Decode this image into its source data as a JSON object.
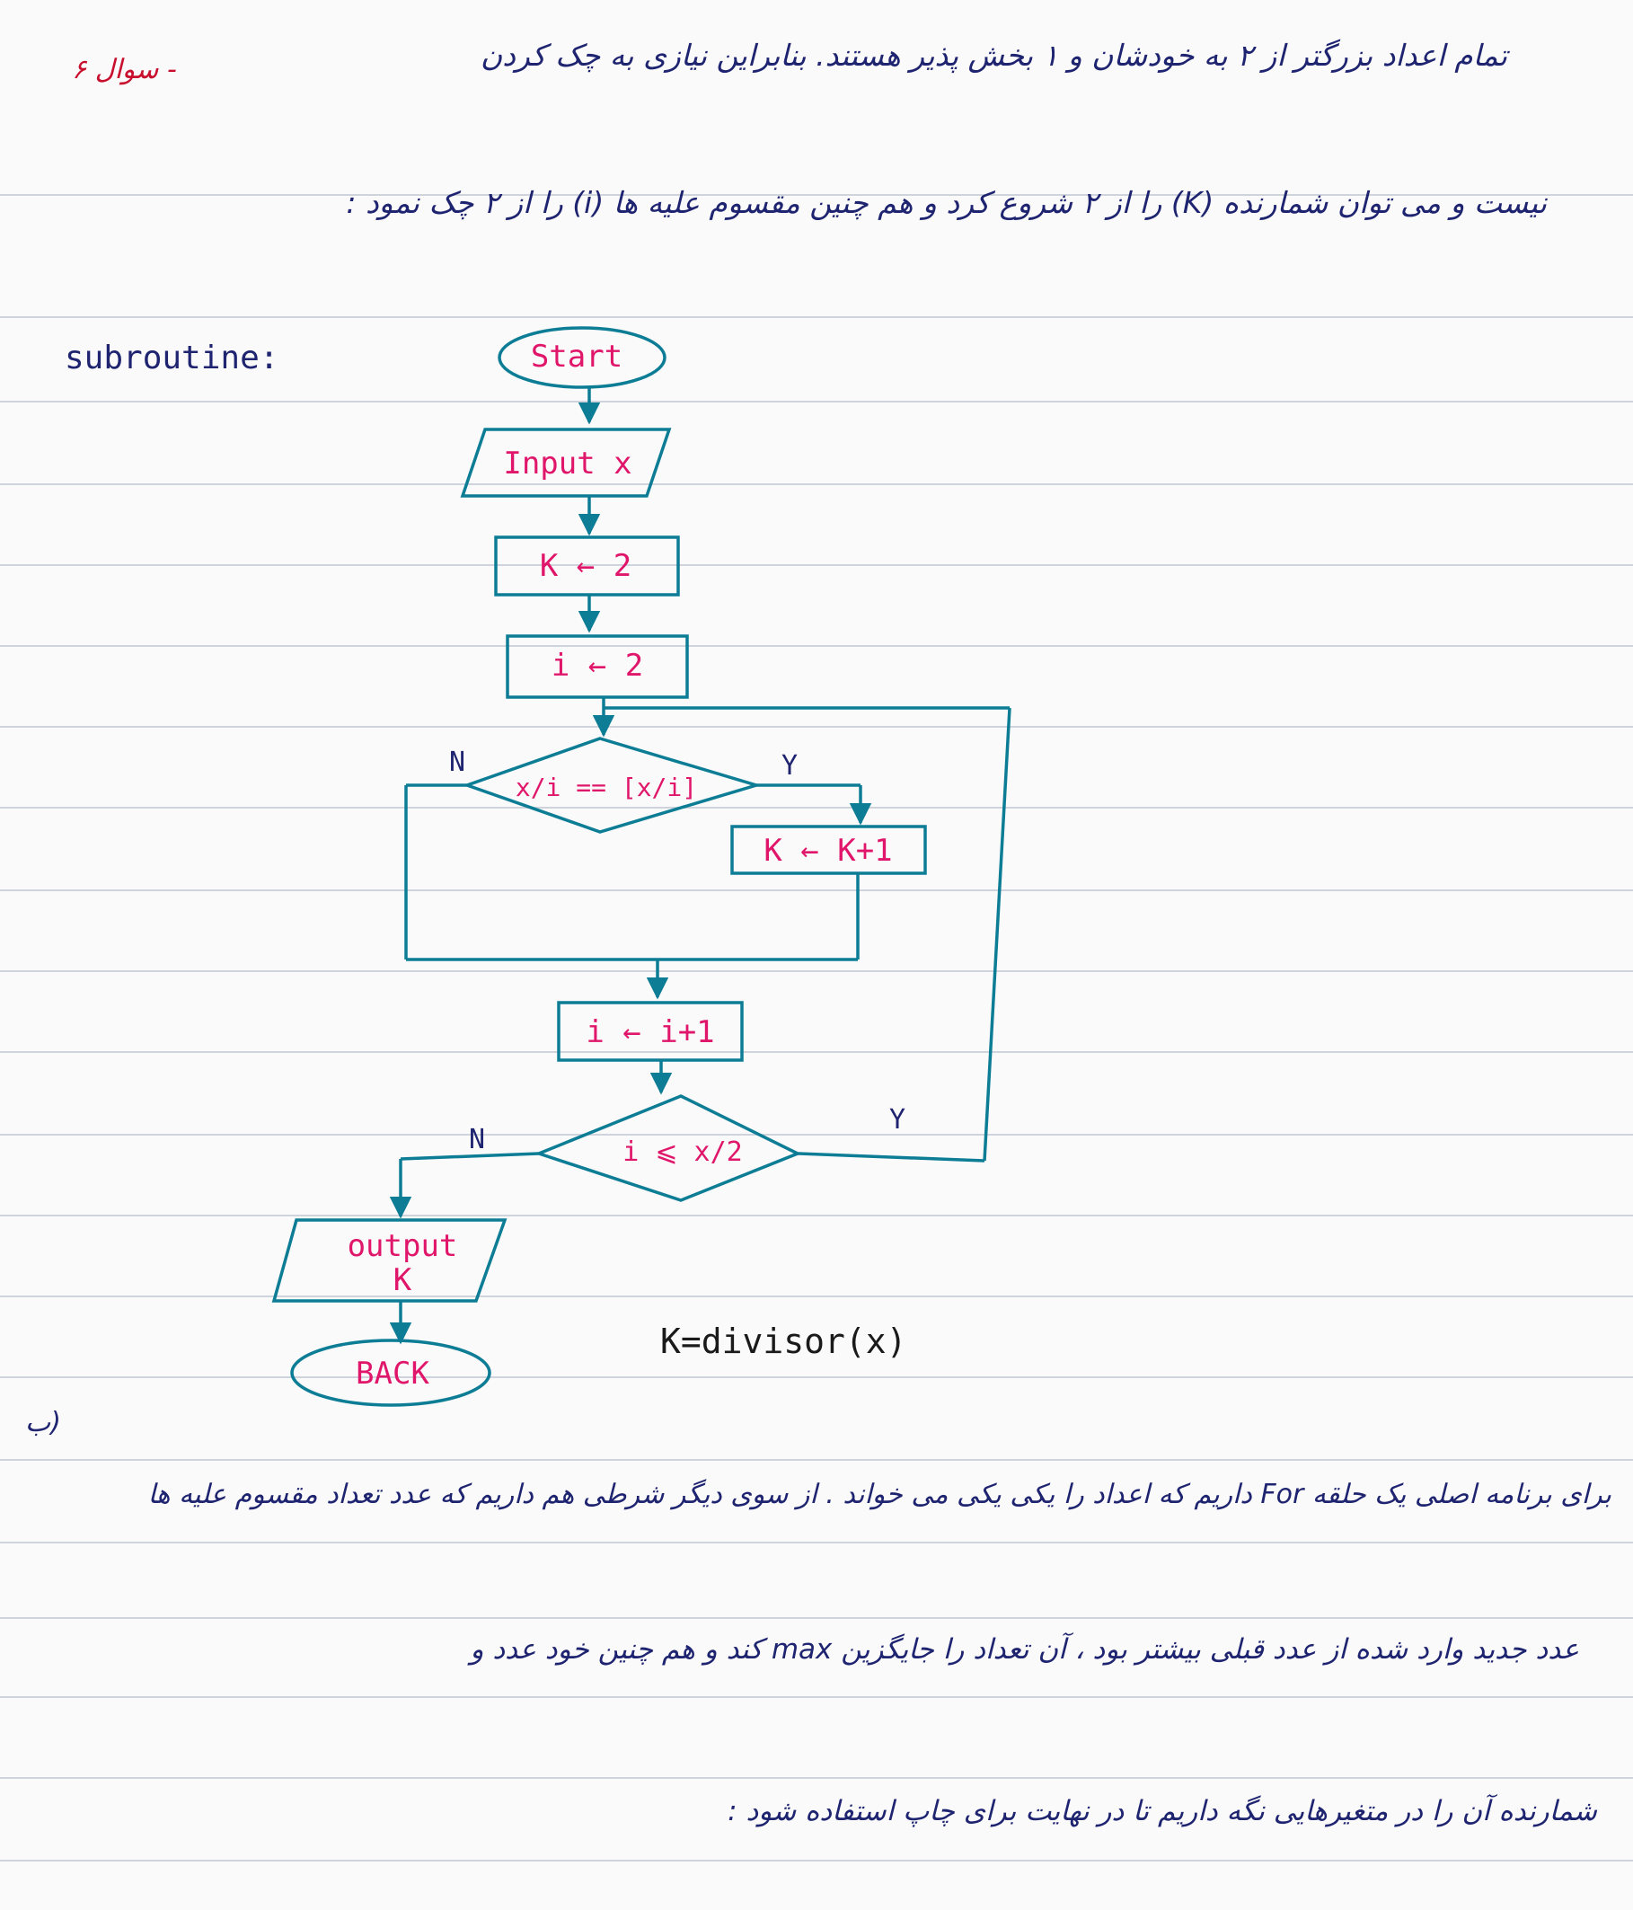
{
  "header": {
    "question_label": "سوال ۶ -",
    "line1": "تمام اعداد بزرگتر از ۲ به خودشان و ۱ بخش پذیر هستند. بنابراین نیازی به چک کردن",
    "line2": "نیست و می توان شمارنده (K) را از ۲ شروع کرد و هم چنین مقسوم علیه ها (i) را از ۲ چک نمود :"
  },
  "subroutine_label": "subroutine:",
  "flowchart": {
    "start": "Start",
    "input": "Input x",
    "init_k": "K ← 2",
    "init_i": "i ← 2",
    "cond1": "x/i == [x/i]",
    "inc_k": "K ← K+1",
    "inc_i": "i ← i+1",
    "cond2": "i ⩽ x/2",
    "output_line1": "output",
    "output_line2": "K",
    "back": "BACK",
    "yes": "Y",
    "no": "N"
  },
  "function_call": "K=divisor(x)",
  "footer": {
    "marker": "ب)",
    "line1": "برای برنامه اصلی یک حلقه For داریم که اعداد را یکی یکی می خواند . از سوی دیگر شرطی هم داریم که عدد تعداد مقسوم علیه ها",
    "line2": "عدد جدید وارد شده از عدد قبلی بیشتر بود ، آن تعداد را جایگزین max کند و هم چنین خود عدد و",
    "line3": "شمارنده آن را در متغیرهایی نگه داریم تا در نهایت برای چاپ استفاده شود :"
  },
  "colors": {
    "flow_stroke": "#0d7d96",
    "flow_text": "#e0166a",
    "header_ink": "#1e2470",
    "question_red": "#c8102e",
    "rule_line": "#cfd3dc"
  }
}
